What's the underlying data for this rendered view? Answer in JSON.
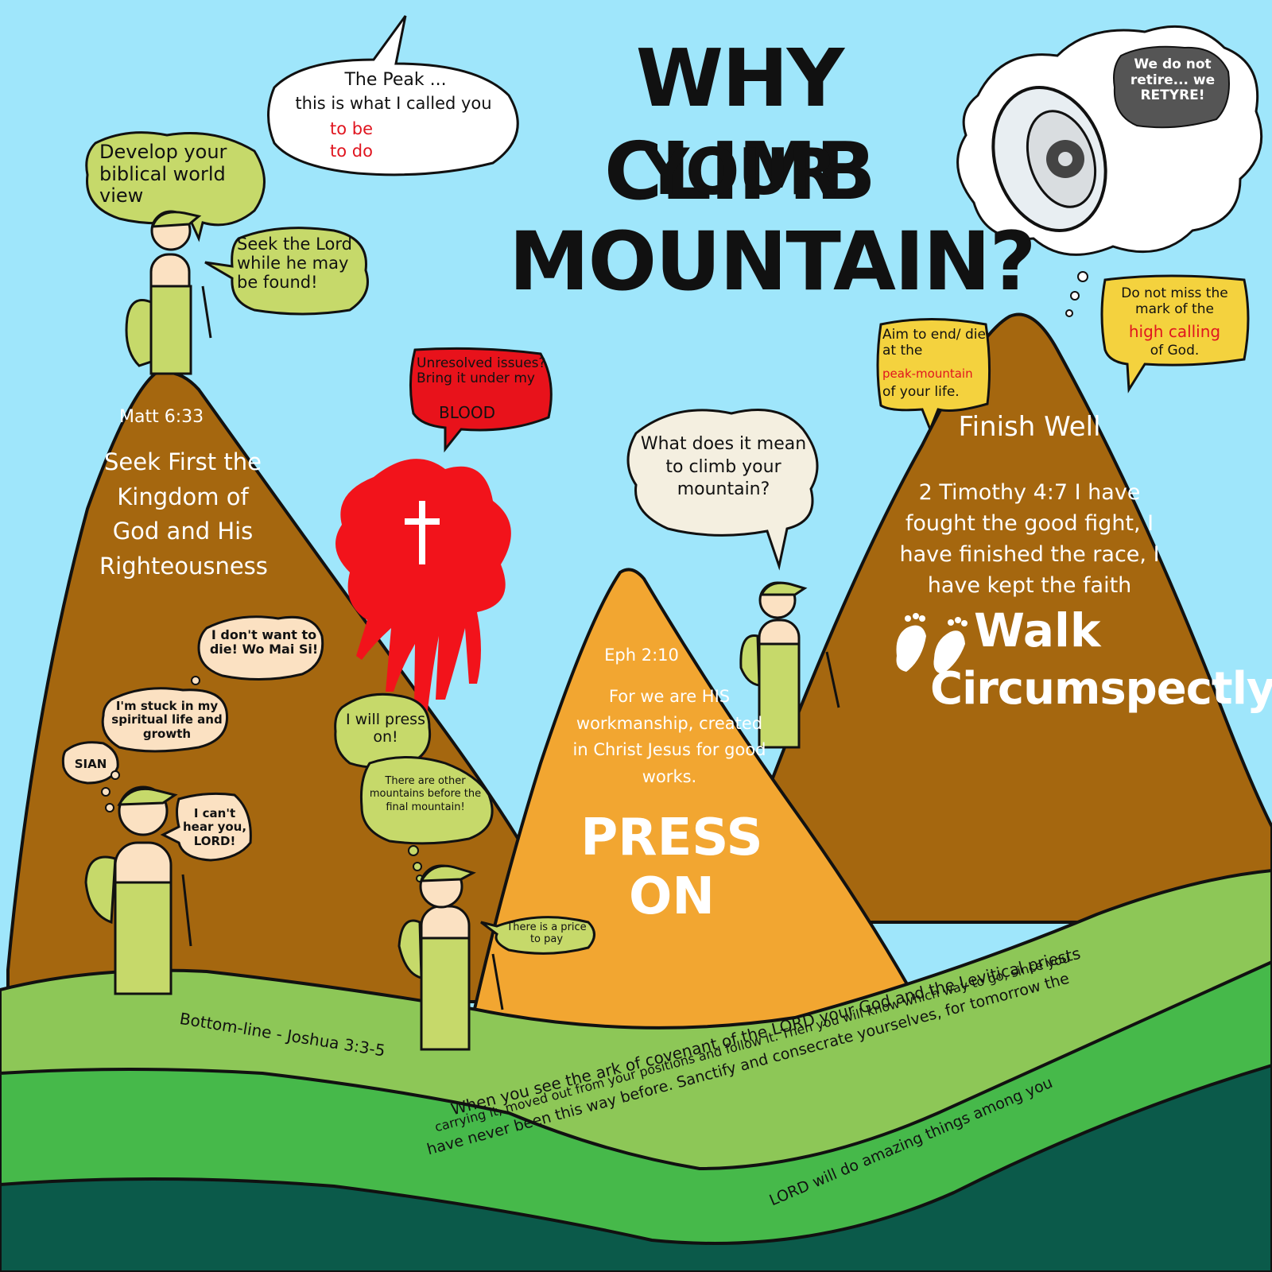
{
  "title": {
    "line1": "WHY CLIMB",
    "line2": "YOUR",
    "line3": "MOUNTAIN?"
  },
  "left_mountain": {
    "verse_ref": "Matt 6:33",
    "verse_text": "Seek First the Kingdom of God and His Righteousness"
  },
  "middle_mountain": {
    "verse_ref": "Eph 2:10",
    "verse_text": "For we are HIS workmanship, created in Christ Jesus for good works.",
    "motto": "PRESS ON"
  },
  "right_mountain": {
    "heading": "Finish Well",
    "verse_text": "2 Timothy 4:7 I have fought the good fight, I have finished the race, I have kept the faith",
    "motto_line1": "Walk",
    "motto_line2": "Circumspectly"
  },
  "bubbles": {
    "worldview": "Develop your biblical world view",
    "seek_lord": "Seek the Lord while he may be found!",
    "peak_line1": "The Peak ...",
    "peak_line2": "this is what I called you",
    "peak_to_be": "to be",
    "peak_to_do": "to do",
    "unresolved_line1": "Unresolved issues? Bring it under my",
    "unresolved_blood": "BLOOD",
    "dont_want_die": "I don't want to die! Wo Mai Si!",
    "stuck": "I'm stuck in my spiritual life and growth",
    "sian": "SIAN",
    "cant_hear": "I can't hear you, LORD!",
    "press_on": "I will press on!",
    "other_mountains": "There are other mountains before the final mountain!",
    "price": "There is a price to pay",
    "what_does": "What does it mean to climb your mountain?",
    "aim_line1": "Aim to end/ die at the",
    "aim_peak": "peak-mountain",
    "aim_line2": "of your life.",
    "do_not_miss_line1": "Do not miss the mark of the",
    "do_not_miss_high": "high calling",
    "do_not_miss_line2": "of God.",
    "retire": "We do not retire... we RETYRE!"
  },
  "bottom": {
    "label": "Bottom-line - Joshua 3:3-5",
    "line1": "When you see the ark of covenant of the LORD your God and the Levitical priests",
    "line2": "carrying it, moved out from your positions and follow it. Then you will know which way to go, since you",
    "line3": "have never been this way before. Sanctify and consecrate yourselves, for tomorrow the",
    "line4": "LORD will do amazing things among you"
  },
  "colors": {
    "sky": "#9fe6fb",
    "mountain_brown": "#a5670f",
    "mountain_orange": "#f2a631",
    "grass_light": "#8dc757",
    "grass_mid": "#46b94a",
    "ground_dark": "#0b5a4a",
    "bubble_green": "#c6d96a",
    "bubble_peach": "#fbe1c2",
    "bubble_yellow": "#f4d23e",
    "bubble_red": "#e8121b",
    "blood_red": "#f2131b",
    "accent_red": "#e0151f"
  }
}
